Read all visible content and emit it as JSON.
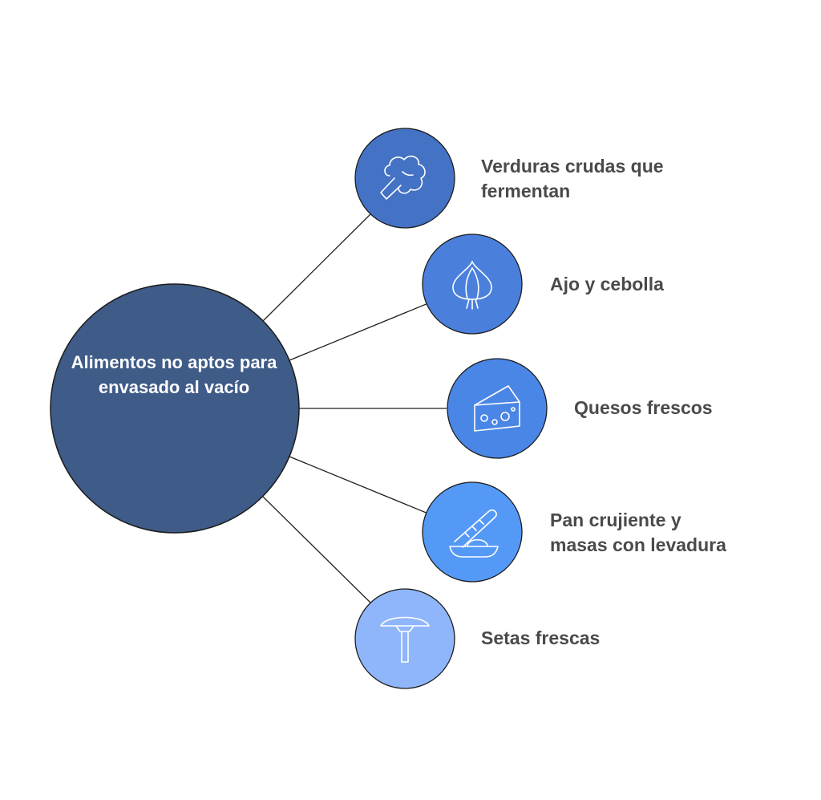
{
  "center": {
    "label": "Alimentos no aptos para envasado al vacío",
    "color": "#3f5b87"
  },
  "items": [
    {
      "label_line1": "Verduras crudas que",
      "label_line2": "fermentan",
      "icon": "broccoli-icon",
      "color": "#4472c4"
    },
    {
      "label_line1": "Ajo y cebolla",
      "label_line2": "",
      "icon": "garlic-icon",
      "color": "#4a80dc"
    },
    {
      "label_line1": "Quesos frescos",
      "label_line2": "",
      "icon": "cheese-icon",
      "color": "#4a86e6"
    },
    {
      "label_line1": "Pan crujiente y",
      "label_line2": "masas con levadura",
      "icon": "bread-icon",
      "color": "#5599f6"
    },
    {
      "label_line1": "Setas frescas",
      "label_line2": "",
      "icon": "mushroom-icon",
      "color": "#8fb6fa"
    }
  ]
}
